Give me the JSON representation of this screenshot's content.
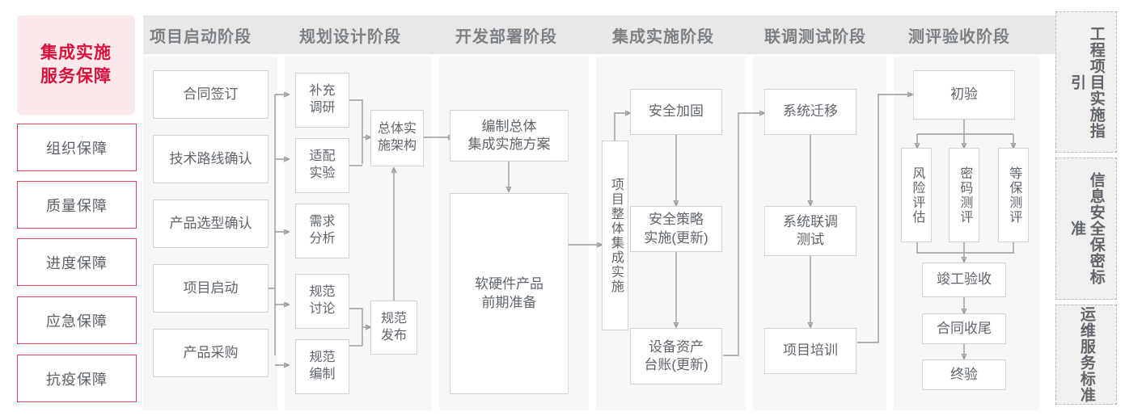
{
  "guarantee": {
    "title": "集成实施\n服务保障",
    "title_line1": "集成实施",
    "title_line2": "服务保障",
    "accent_color": "#d6123c",
    "border_color": "#d9415e",
    "background": "#fce9ec",
    "items": [
      {
        "label": "组织保障"
      },
      {
        "label": "质量保障"
      },
      {
        "label": "进度保障"
      },
      {
        "label": "应急保障"
      },
      {
        "label": "抗疫保障"
      }
    ]
  },
  "phases": [
    {
      "id": "startup",
      "header": "项目启动阶段",
      "nodes": [
        {
          "label": "合同签订"
        },
        {
          "label": "技术路线确认"
        },
        {
          "label": "产品选型确认"
        },
        {
          "label": "项目启动"
        },
        {
          "label": "产品采购"
        }
      ]
    },
    {
      "id": "planning",
      "header": "规划设计阶段",
      "nodes": [
        {
          "label": "补充\n调研",
          "l1": "补充",
          "l2": "调研"
        },
        {
          "label": "适配\n实验",
          "l1": "适配",
          "l2": "实验"
        },
        {
          "label": "需求\n分析",
          "l1": "需求",
          "l2": "分析"
        },
        {
          "label": "规范\n讨论",
          "l1": "规范",
          "l2": "讨论"
        },
        {
          "label": "规范\n编制",
          "l1": "规范",
          "l2": "编制"
        },
        {
          "label": "总体实\n施架构",
          "l1": "总体实",
          "l2": "施架构"
        },
        {
          "label": "规范\n发布",
          "l1": "规范",
          "l2": "发布"
        }
      ]
    },
    {
      "id": "development",
      "header": "开发部署阶段",
      "nodes": [
        {
          "label": "编制总体\n集成实施方案",
          "l1": "编制总体",
          "l2": "集成实施方案"
        },
        {
          "label": "软硬件产品\n前期准备",
          "l1": "软硬件产品",
          "l2": "前期准备"
        }
      ]
    },
    {
      "id": "integration",
      "header": "集成实施阶段",
      "nodes": [
        {
          "label": "项目整体集成实施",
          "vertical": true
        },
        {
          "label": "安全加固"
        },
        {
          "label": "安全策略\n实施(更新)",
          "l1": "安全策略",
          "l2": "实施(更新)"
        },
        {
          "label": "设备资产\n台账(更新)",
          "l1": "设备资产",
          "l2": "台账(更新)"
        }
      ]
    },
    {
      "id": "joint-test",
      "header": "联调测试阶段",
      "nodes": [
        {
          "label": "系统迁移"
        },
        {
          "label": "系统联调\n测试",
          "l1": "系统联调",
          "l2": "测试"
        },
        {
          "label": "项目培训"
        }
      ]
    },
    {
      "id": "acceptance",
      "header": "测评验收阶段",
      "nodes": [
        {
          "label": "初验"
        },
        {
          "label": "风险评估",
          "vertical": true
        },
        {
          "label": "密码测评",
          "vertical": true
        },
        {
          "label": "等保测评",
          "vertical": true
        },
        {
          "label": "竣工验收"
        },
        {
          "label": "合同收尾"
        },
        {
          "label": "终验"
        }
      ]
    }
  ],
  "standards": [
    {
      "label": "工程项目实施指引"
    },
    {
      "label": "信息安全保密标准"
    },
    {
      "label": "运维服务标准"
    }
  ]
}
